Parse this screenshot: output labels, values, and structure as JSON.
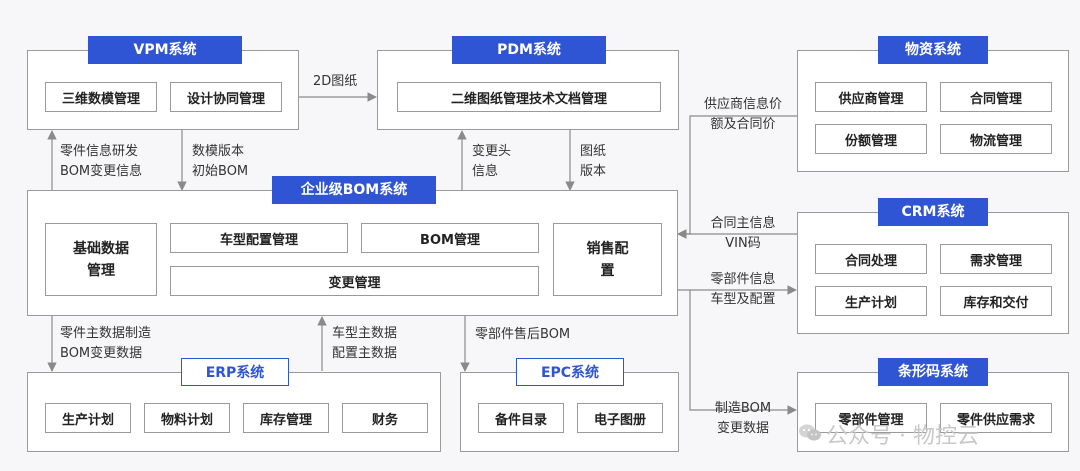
{
  "vpm": {
    "title": "VPM系统",
    "items": [
      "三维数模管理",
      "设计协同管理"
    ]
  },
  "pdm": {
    "title": "PDM系统",
    "items": [
      "二维图纸管理技术文档管理"
    ]
  },
  "wuzi": {
    "title": "物资系统",
    "items": [
      "供应商管理",
      "合同管理",
      "份额管理",
      "物流管理"
    ]
  },
  "bom": {
    "title": "企业级BOM系统",
    "items": [
      "基础数据管理",
      "车型配置管理",
      "BOM管理",
      "变更管理",
      "销售配置"
    ]
  },
  "crm": {
    "title": "CRM系统",
    "items": [
      "合同处理",
      "需求管理",
      "生产计划",
      "库存和交付"
    ]
  },
  "erp": {
    "title": "ERP系统",
    "items": [
      "生产计划",
      "物料计划",
      "库存管理",
      "财务"
    ]
  },
  "epc": {
    "title": "EPC系统",
    "items": [
      "备件目录",
      "电子图册"
    ]
  },
  "barcode": {
    "title": "条形码系统",
    "items": [
      "零部件管理",
      "零件供应需求"
    ]
  },
  "flows": {
    "vpm_pdm": "2D图纸",
    "bom_vpm": [
      "零件信息研发",
      "BOM变更信息"
    ],
    "vpm_bom": [
      "数模版本",
      "初始BOM"
    ],
    "bom_pdm": [
      "变更头",
      "信息"
    ],
    "pdm_bom": [
      "图纸",
      "版本"
    ],
    "wuzi_bom": [
      "供应商信息价",
      "额及合同价"
    ],
    "crm_bom": [
      "合同主信息",
      "VIN码"
    ],
    "bom_crm": [
      "零部件信息",
      "车型及配置"
    ],
    "bom_erp": [
      "零件主数据制造",
      "BOM变更数据"
    ],
    "erp_bom": [
      "车型主数据",
      "配置主数据"
    ],
    "bom_epc": "零部件售后BOM",
    "bom_barcode": [
      "制造BOM",
      "变更数据"
    ]
  },
  "watermark": "公众号 · 物控云"
}
